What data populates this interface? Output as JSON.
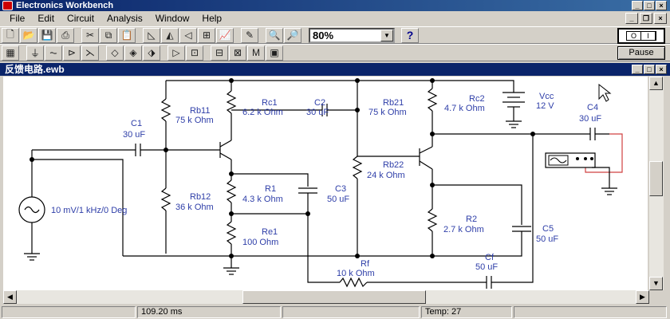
{
  "app": {
    "title": "Electronics Workbench"
  },
  "menu": {
    "items": [
      "File",
      "Edit",
      "Circuit",
      "Analysis",
      "Window",
      "Help"
    ]
  },
  "toolbar": {
    "zoom": "80%",
    "help_label": "?",
    "pause_label": "Pause",
    "power_off": "O",
    "power_on": "I"
  },
  "document": {
    "title": "反馈电路.ewb"
  },
  "circuit": {
    "labels": {
      "c1_name": "C1",
      "c1_val": "30 uF",
      "rb11_name": "Rb11",
      "rb11_val": "75 k Ohm",
      "rc1_name": "Rc1",
      "rc1_val": "6.2 k Ohm",
      "c2_name": "C2",
      "c2_val": "30 uF",
      "rb21_name": "Rb21",
      "rb21_val": "75 k Ohm",
      "rc2_name": "Rc2",
      "rc2_val": "4.7 k Ohm",
      "vcc_name": "Vcc",
      "vcc_val": "12 V",
      "c4_name": "C4",
      "c4_val": "30 uF",
      "rb22_name": "Rb22",
      "rb22_val": "24 k Ohm",
      "r1_name": "R1",
      "r1_val": "4.3 k Ohm",
      "c3_name": "C3",
      "c3_val": "50 uF",
      "rb12_name": "Rb12",
      "rb12_val": "36 k Ohm",
      "src_val": "10 mV/1 kHz/0 Deg",
      "re1_name": "Re1",
      "re1_val": "100  Ohm",
      "r2_name": "R2",
      "r2_val": "2.7 k Ohm",
      "c5_name": "C5",
      "c5_val": "50 uF",
      "rf_name": "Rf",
      "rf_val": "10 k Ohm",
      "cf_name": "Cf",
      "cf_val": "50 uF"
    }
  },
  "status": {
    "time": "109.20 ms",
    "temp": "Temp:  27"
  }
}
